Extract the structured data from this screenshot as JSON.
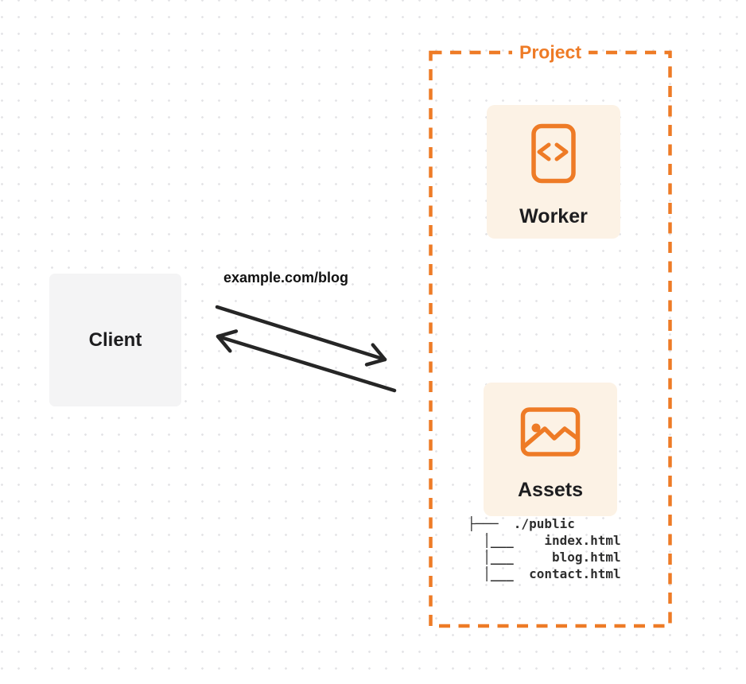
{
  "diagram": {
    "client": {
      "label": "Client"
    },
    "request_label": "example.com/blog",
    "project": {
      "label": "Project",
      "worker": {
        "label": "Worker",
        "icon": "code-file-icon"
      },
      "assets": {
        "label": "Assets",
        "icon": "image-icon",
        "file_tree": {
          "root": "./public",
          "files": [
            "index.html",
            "blog.html",
            "contact.html"
          ],
          "ascii": "├───  ./public\n  │___    index.html\n  │___     blog.html\n  │___  contact.html"
        }
      }
    },
    "colors": {
      "accent_orange": "#EE7B26",
      "card_bg": "#FCF2E5",
      "client_bg": "#F4F4F5",
      "arrow": "#262626",
      "text_dark": "#1D1D1F",
      "tree_text": "#2E2E2E",
      "dot_grid": "#E4E4E7"
    }
  }
}
